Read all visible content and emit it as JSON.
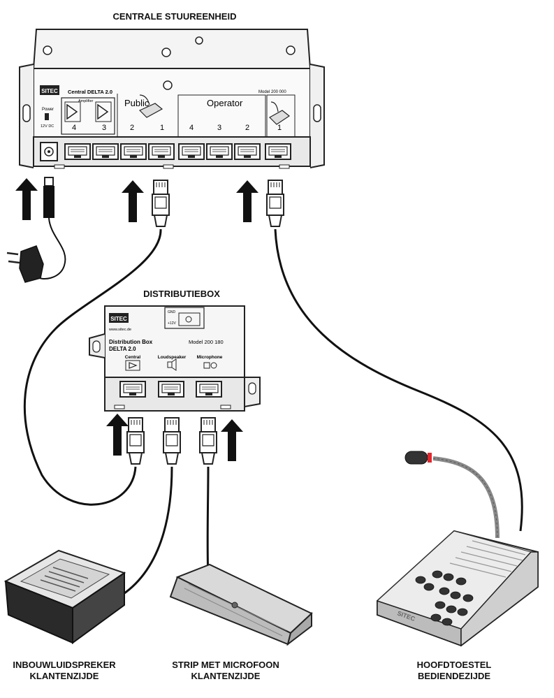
{
  "titles": {
    "central": "CENTRALE STUUREENHEID",
    "distribution": "DISTRIBUTIEBOX"
  },
  "central_unit": {
    "brand": "SITEC",
    "model_name": "Central DELTA 2.0",
    "model_number": "Model 200 000",
    "power_label": "Power",
    "power_spec": "12V DC",
    "amplifier_label": "Amplifier",
    "public_label": "Public",
    "operator_label": "Operator",
    "ports_public": [
      "4",
      "3",
      "2",
      "1"
    ],
    "ports_operator": [
      "4",
      "3",
      "2",
      "1"
    ]
  },
  "distribution_box": {
    "brand": "SITEC",
    "website": "www.sitec.de",
    "name_line1": "Distribution Box",
    "name_line2": "DELTA 2.0",
    "model_number": "Model 200 180",
    "port_labels": [
      "Central",
      "Loudspeaker",
      "Microphone"
    ],
    "terminal_labels": [
      "GND",
      "+12V"
    ]
  },
  "devices": {
    "loudspeaker": {
      "line1": "INBOUWLUIDSPREKER",
      "line2": "KLANTENZIJDE"
    },
    "mic_strip": {
      "line1": "STRIP MET MICROFOON",
      "line2": "KLANTENZIJDE"
    },
    "main_station": {
      "line1": "HOOFDTOESTEL",
      "line2": "BEDIENDEZIJDE",
      "brand": "SITEC"
    }
  },
  "colors": {
    "outline": "#222222",
    "panel": "#f2f2f2",
    "cable": "#111111",
    "arrow": "#111111",
    "mic_ring": "#e3262b"
  },
  "icons": {
    "arrow": "arrow-up-icon",
    "rj45": "rj45-plug-icon",
    "adapter": "power-adapter-icon",
    "amplifier": "amplifier-triangle-icon",
    "speaker": "speaker-icon",
    "microphone": "microphone-icon"
  }
}
